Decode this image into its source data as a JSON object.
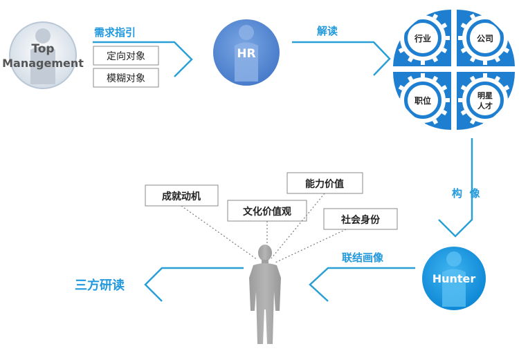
{
  "colors": {
    "blue_arrow": "#2a9fd6",
    "hr_circle": "#5b8fd6",
    "hunter_circle": "#1296e0",
    "gear_blue": "#1e7fd0",
    "label_blue": "#2299dd",
    "gray_person": "#a8a8a8",
    "topmgmt_circle": "#dfe7ef"
  },
  "nodes": {
    "top_management": {
      "line1": "Top",
      "line2": "Management"
    },
    "hr": {
      "label": "HR"
    },
    "hunter": {
      "label": "Hunter"
    }
  },
  "step1": {
    "title": "需求指引",
    "options": [
      "定向对象",
      "模糊对象"
    ]
  },
  "step2": {
    "title": "解读"
  },
  "step3": {
    "title": "构  像"
  },
  "step4": {
    "title": "联结画像"
  },
  "step5": {
    "title": "三方研读"
  },
  "gears": [
    {
      "label": "行业"
    },
    {
      "label": "公司"
    },
    {
      "label": "职位"
    },
    {
      "label": "明星",
      "label2": "人才"
    }
  ],
  "traits": [
    {
      "label": "成就动机"
    },
    {
      "label": "文化价值观"
    },
    {
      "label": "能力价值"
    },
    {
      "label": "社会身份"
    }
  ]
}
